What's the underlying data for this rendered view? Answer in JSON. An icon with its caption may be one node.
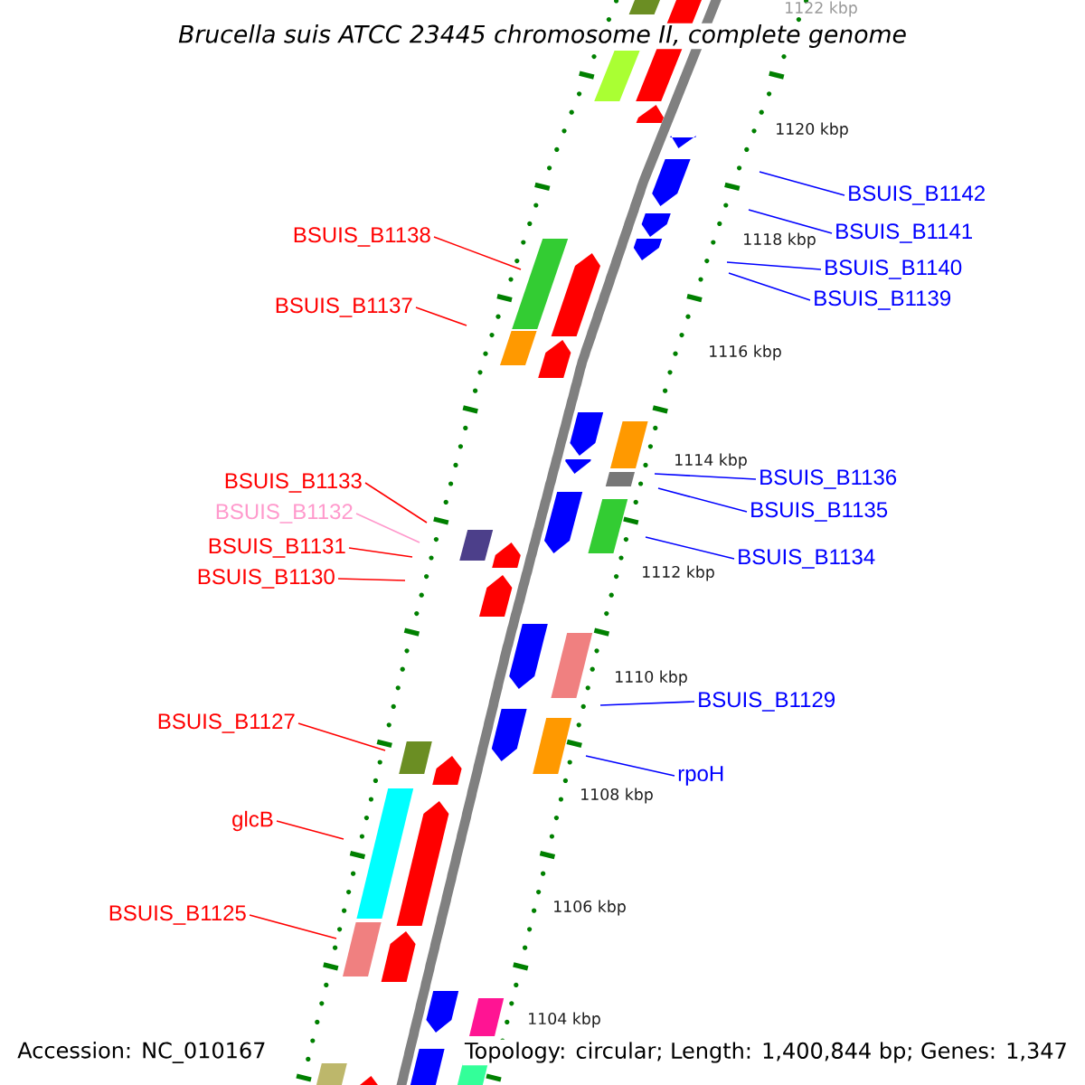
{
  "diagram": {
    "title": "Brucella suis ATCC 23445 chromosome II, complete genome",
    "nodes": [
      {
        "text": [
          "BSUIS_B1142"
        ]
      },
      {
        "text": [
          "BSUIS_B1141"
        ]
      },
      {
        "text": [
          "BSUIS_B1138"
        ]
      },
      {
        "text": [
          "BSUIS_B1140"
        ]
      },
      {
        "text": [
          "BSUIS_B1139"
        ]
      },
      {
        "text": [
          "BSUIS_B1137"
        ]
      },
      {
        "text": [
          "BSUIS_B1136"
        ]
      },
      {
        "text": [
          "BSUIS_B1133"
        ]
      },
      {
        "text": [
          "BSUIS_B1135"
        ]
      },
      {
        "text": [
          "BSUIS_B1132"
        ]
      },
      {
        "text": [
          "BSUIS_B1131"
        ]
      },
      {
        "text": [
          "BSUIS_B1134"
        ]
      },
      {
        "text": [
          "BSUIS_B1130"
        ]
      },
      {
        "text": [
          "BSUIS_B1129"
        ]
      },
      {
        "text": [
          "BSUIS_B1127"
        ]
      },
      {
        "text": [
          "rpoH"
        ]
      },
      {
        "text": [
          "glcB"
        ]
      },
      {
        "text": [
          "BSUIS_B1125"
        ]
      }
    ],
    "edges": [
      {
        "from": 0,
        "to": null,
        "arrow": "none"
      },
      {
        "from": 1,
        "to": null,
        "arrow": "none"
      },
      {
        "from": 2,
        "to": null,
        "arrow": "none",
        "color": "#ff0000"
      },
      {
        "from": 3,
        "to": null,
        "arrow": "none"
      },
      {
        "from": 4,
        "to": null,
        "arrow": "none"
      },
      {
        "from": 5,
        "to": null,
        "arrow": "none",
        "color": "#ff0000"
      },
      {
        "from": 6,
        "to": null,
        "arrow": "none"
      },
      {
        "from": 7,
        "to": null,
        "arrow": "none",
        "color": "#ff0000"
      },
      {
        "from": 8,
        "to": null,
        "arrow": "none"
      },
      {
        "from": 9,
        "to": null,
        "arrow": "none",
        "color": "#ff99cc"
      },
      {
        "from": 10,
        "to": null,
        "arrow": "none",
        "color": "#ff0000"
      },
      {
        "from": 11,
        "to": null,
        "arrow": "none"
      },
      {
        "from": 12,
        "to": null,
        "arrow": "none",
        "color": "#ff0000"
      },
      {
        "from": 13,
        "to": null,
        "arrow": "none"
      },
      {
        "from": 14,
        "to": null,
        "arrow": "none",
        "color": "#ff0000"
      },
      {
        "from": 15,
        "to": null,
        "arrow": "none"
      },
      {
        "from": 16,
        "to": null,
        "arrow": "none",
        "color": "#ff0000"
      },
      {
        "from": 17,
        "to": null,
        "arrow": "none",
        "color": "#ff0000"
      }
    ],
    "labels": [
      "1122 kbp",
      "1120 kbp",
      "1118 kbp",
      "1116 kbp",
      "1114 kbp",
      "1112 kbp",
      "1110 kbp",
      "1108 kbp",
      "1106 kbp",
      "1104 kbp",
      "Accession: NC_010167",
      "Topology: circular; Length: 1,400,844 bp; Genes: 1,347"
    ]
  }
}
